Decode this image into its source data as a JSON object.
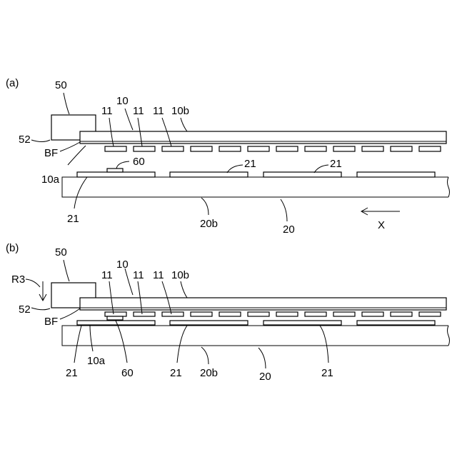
{
  "panel_a": {
    "tag": "(a)",
    "labels": {
      "n50": "50",
      "n10": "10",
      "n11a": "11",
      "n11b": "11",
      "n11c": "11",
      "n10b": "10b",
      "n52": "52",
      "bf": "BF",
      "n60": "60",
      "n10a": "10a",
      "n21top1": "21",
      "n21top2": "21",
      "n21bottom": "21",
      "n20b": "20b",
      "n20": "20",
      "x": "X"
    }
  },
  "panel_b": {
    "tag": "(b)",
    "labels": {
      "n50": "50",
      "r3": "R3",
      "n11a": "11",
      "n10": "10",
      "n11b": "11",
      "n11c": "11",
      "n10b": "10b",
      "n52": "52",
      "bf": "BF",
      "n21a": "21",
      "n10a": "10a",
      "n60": "60",
      "n21b": "21",
      "n20b": "20b",
      "n20": "20",
      "n21c": "21"
    }
  }
}
